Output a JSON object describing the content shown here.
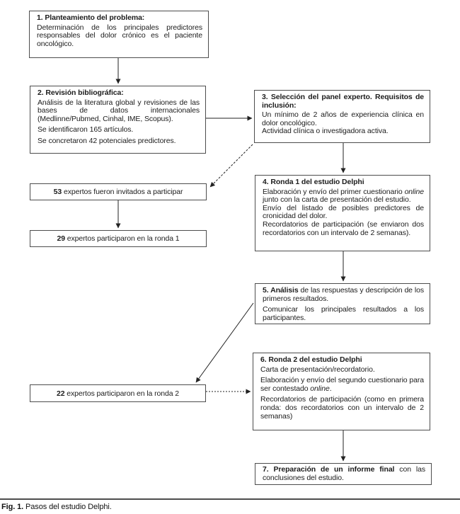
{
  "figure": {
    "caption_label": "Fig. 1.",
    "caption_text": " Pasos del estudio Delphi."
  },
  "boxes": {
    "step1": {
      "title": "1. Planteamiento del problema:",
      "body": "Determinación de los principales predictores responsables del dolor crónico es el paciente oncológico."
    },
    "step2": {
      "title": "2. Revisión bibliográfica:",
      "p1": "Análisis de la literatura global y revisiones de las bases de datos internacionales (Medlinne/Pubmed, Cinhal, IME, Scopus).",
      "p2": "Se identificaron 165 artículos.",
      "p3": "Se concretaron 42 potenciales predictores."
    },
    "step3": {
      "title": "3. Selección del panel experto. Requisitos de inclusión:",
      "p1": "Un mínimo de 2 años de experiencia clínica en dolor oncológico.",
      "p2": "Actividad clínica o investigadora activa."
    },
    "step4": {
      "title": "4. Ronda 1 del estudio Delphi",
      "p1_pre": "Elaboración y envío del primer cuestionario ",
      "p1_italic": "online",
      "p1_post": " junto con la carta de presentación del estudio.",
      "p2": "Envío del listado de posibles predictores de cronicidad del dolor.",
      "p3": "Recordatorios de participación (se enviaron dos recordatorios con un intervalo de 2 semanas)."
    },
    "step5": {
      "title_bold": "5. Análisis",
      "title_rest": " de las respuestas y descripción de los primeros resultados.",
      "p2": "Comunicar los principales resultados a los participantes."
    },
    "step6": {
      "title": "6. Ronda 2 del estudio Delphi",
      "p1": "Carta de presentación/recordatorio.",
      "p2_pre": "Elaboración y envío del segundo cuestionario para ser contestado ",
      "p2_italic": "online",
      "p2_post": ".",
      "p3": "Recordatorios de participación (como en primera ronda: dos recordatorios con un intervalo de 2 semanas)"
    },
    "step7": {
      "bold": "7. Preparación de un informe final",
      "rest": " con las conclusiones del estudio."
    },
    "experts_invited": {
      "number": "53",
      "text": " expertos fueron invitados a participar"
    },
    "experts_round1": {
      "number": "29",
      "text": " expertos participaron en la ronda 1"
    },
    "experts_round2": {
      "number": "22",
      "text": " expertos participaron en la ronda 2"
    }
  },
  "colors": {
    "border": "#4d4d4d",
    "text": "#1c1c1c",
    "background": "#ffffff"
  }
}
